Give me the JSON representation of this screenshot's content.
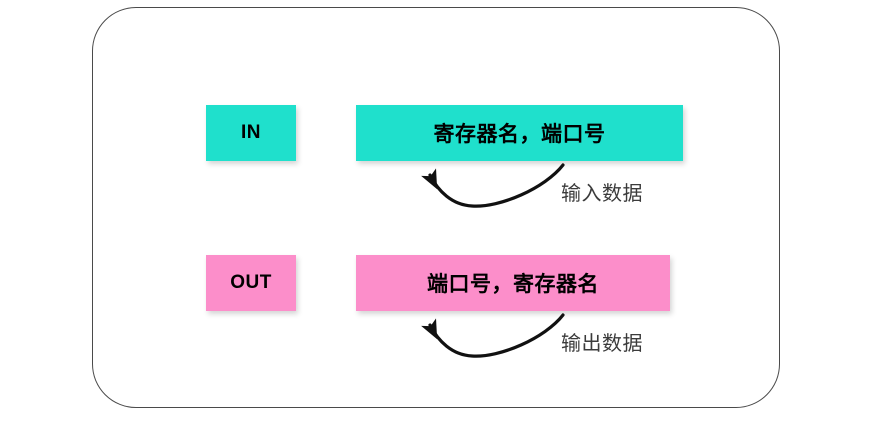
{
  "diagram": {
    "title": "IN/OUT instruction operand order",
    "colors": {
      "teal": "#1FE0CC",
      "pink": "#FC8ECA",
      "frame_stroke": "#4a4a4a",
      "caption_text": "#3b3b3b",
      "background": "#ffffff"
    },
    "rows": [
      {
        "id": "in",
        "mnemonic": "IN",
        "operands": "寄存器名，端口号",
        "caption": "输入数据",
        "color": "#1FE0CC"
      },
      {
        "id": "out",
        "mnemonic": "OUT",
        "operands": "端口号，寄存器名",
        "caption": "输出数据",
        "color": "#FC8ECA"
      }
    ]
  }
}
